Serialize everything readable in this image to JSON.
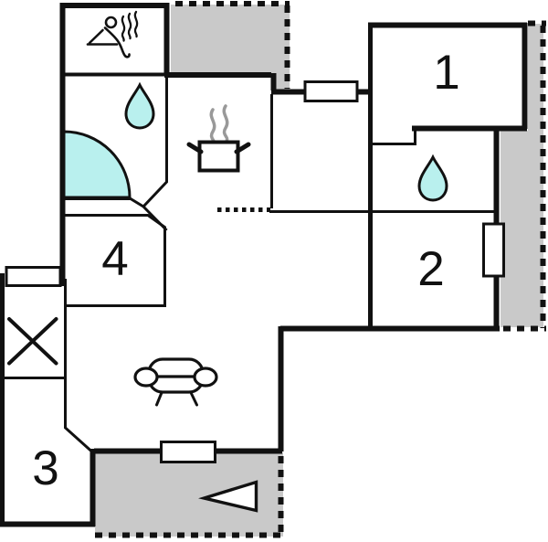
{
  "app": {
    "name": "holiday-home-floor-plan"
  },
  "colors": {
    "wall": "#111111",
    "terrace": "#c9c9c9",
    "water": "#b9f0ee",
    "paper": "#ffffff",
    "steam": "#999999"
  },
  "rooms": {
    "room1": {
      "label": "1"
    },
    "room2": {
      "label": "2"
    },
    "room3": {
      "label": "3"
    },
    "room4": {
      "label": "4"
    }
  },
  "icons": {
    "sauna": "sauna-person-with-steam",
    "bathroom1": "water-drop",
    "bathroom2": "water-drop",
    "shower": "corner-shower-arc",
    "kitchen": "steaming-pot",
    "living_room": "sofa",
    "storage": "crossed-box",
    "terrace_marker": "left-pointing-triangle"
  }
}
